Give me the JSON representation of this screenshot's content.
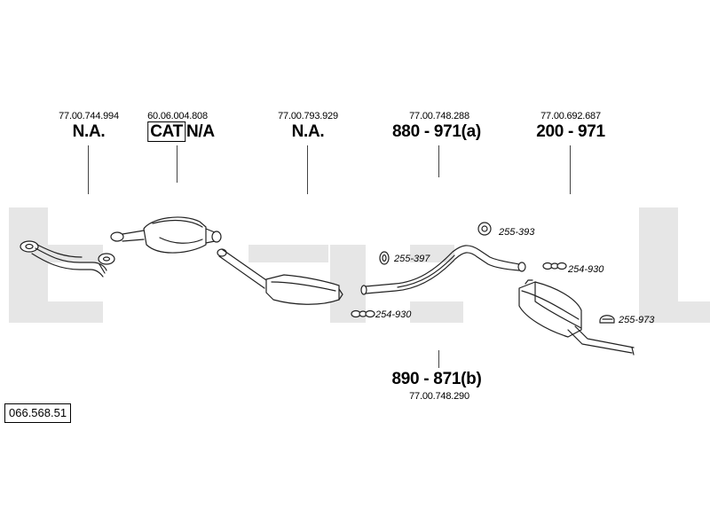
{
  "parts": [
    {
      "ref": "77.00.744.994",
      "code": "N.A."
    },
    {
      "ref": "60.06.004.808",
      "cat": "CAT",
      "code": "N/A"
    },
    {
      "ref": "77.00.793.929",
      "code": "N.A."
    },
    {
      "ref": "77.00.748.288",
      "code": "880 - 971(a)"
    },
    {
      "ref": "77.00.692.687",
      "code": "200 - 971"
    }
  ],
  "bottom_part": {
    "code": "890 - 871(b)",
    "ref": "77.00.748.290"
  },
  "fittings": {
    "f1": "255-393",
    "f2": "255-397",
    "f3": "254-930",
    "f4": "254-930",
    "f5": "255-973"
  },
  "document_number": "066.568.51",
  "watermark_brand": "bosal"
}
